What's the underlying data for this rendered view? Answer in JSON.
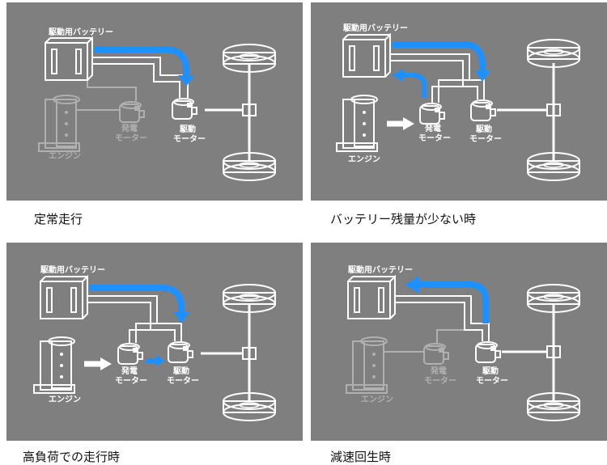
{
  "labels": {
    "battery": "駆動用バッテリー",
    "engine": "エンジン",
    "generator_line1": "発電",
    "generator_line2": "モーター",
    "drive_line1": "駆動",
    "drive_line2": "モーター"
  },
  "captions": {
    "p1": "定常走行",
    "p2": "バッテリー残量が少ない時",
    "p3": "高負荷での走行時",
    "p4": "減速回生時"
  },
  "colors": {
    "panel_bg": "#7f7f7f",
    "flow_arrow": "#1e90ff",
    "line_active": "#ffffff",
    "line_inactive": "#b0b0b0"
  }
}
